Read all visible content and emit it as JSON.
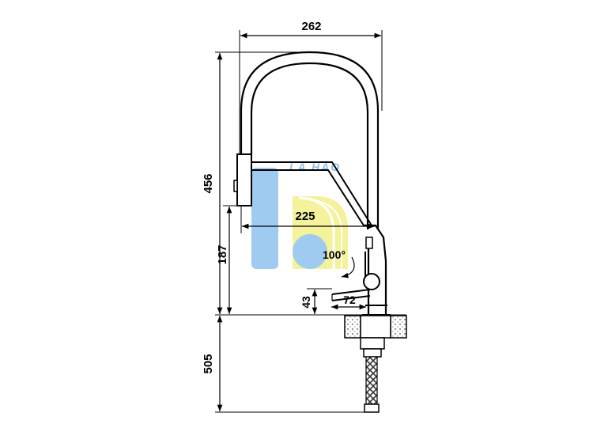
{
  "diagram": {
    "dimensions": {
      "overall_width": "262",
      "overall_height": "456",
      "spout_reach": "225",
      "spout_height": "187",
      "handle_angle": "100°",
      "handle_height": "43",
      "handle_reach": "72",
      "hose_length": "505"
    },
    "watermark": {
      "text": "LA HẢO",
      "colors": {
        "blue": "#8fc2ee",
        "yellow": "#f3f08a"
      }
    }
  }
}
